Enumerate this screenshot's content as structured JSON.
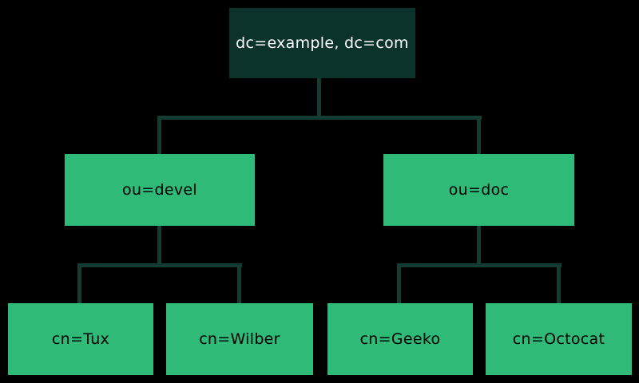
{
  "colors": {
    "bg": "#000000",
    "root_fill": "#0C322C",
    "root_text": "#FFFFFF",
    "node_fill": "#30BA78",
    "node_text": "#000000",
    "connector": "#153C33"
  },
  "tree": {
    "root": {
      "label": "dc=example, dc=com"
    },
    "branches": [
      {
        "label": "ou=devel",
        "children": [
          {
            "label": "cn=Tux"
          },
          {
            "label": "cn=Wilber"
          }
        ]
      },
      {
        "label": "ou=doc",
        "children": [
          {
            "label": "cn=Geeko"
          },
          {
            "label": "cn=Octocat"
          }
        ]
      }
    ]
  }
}
